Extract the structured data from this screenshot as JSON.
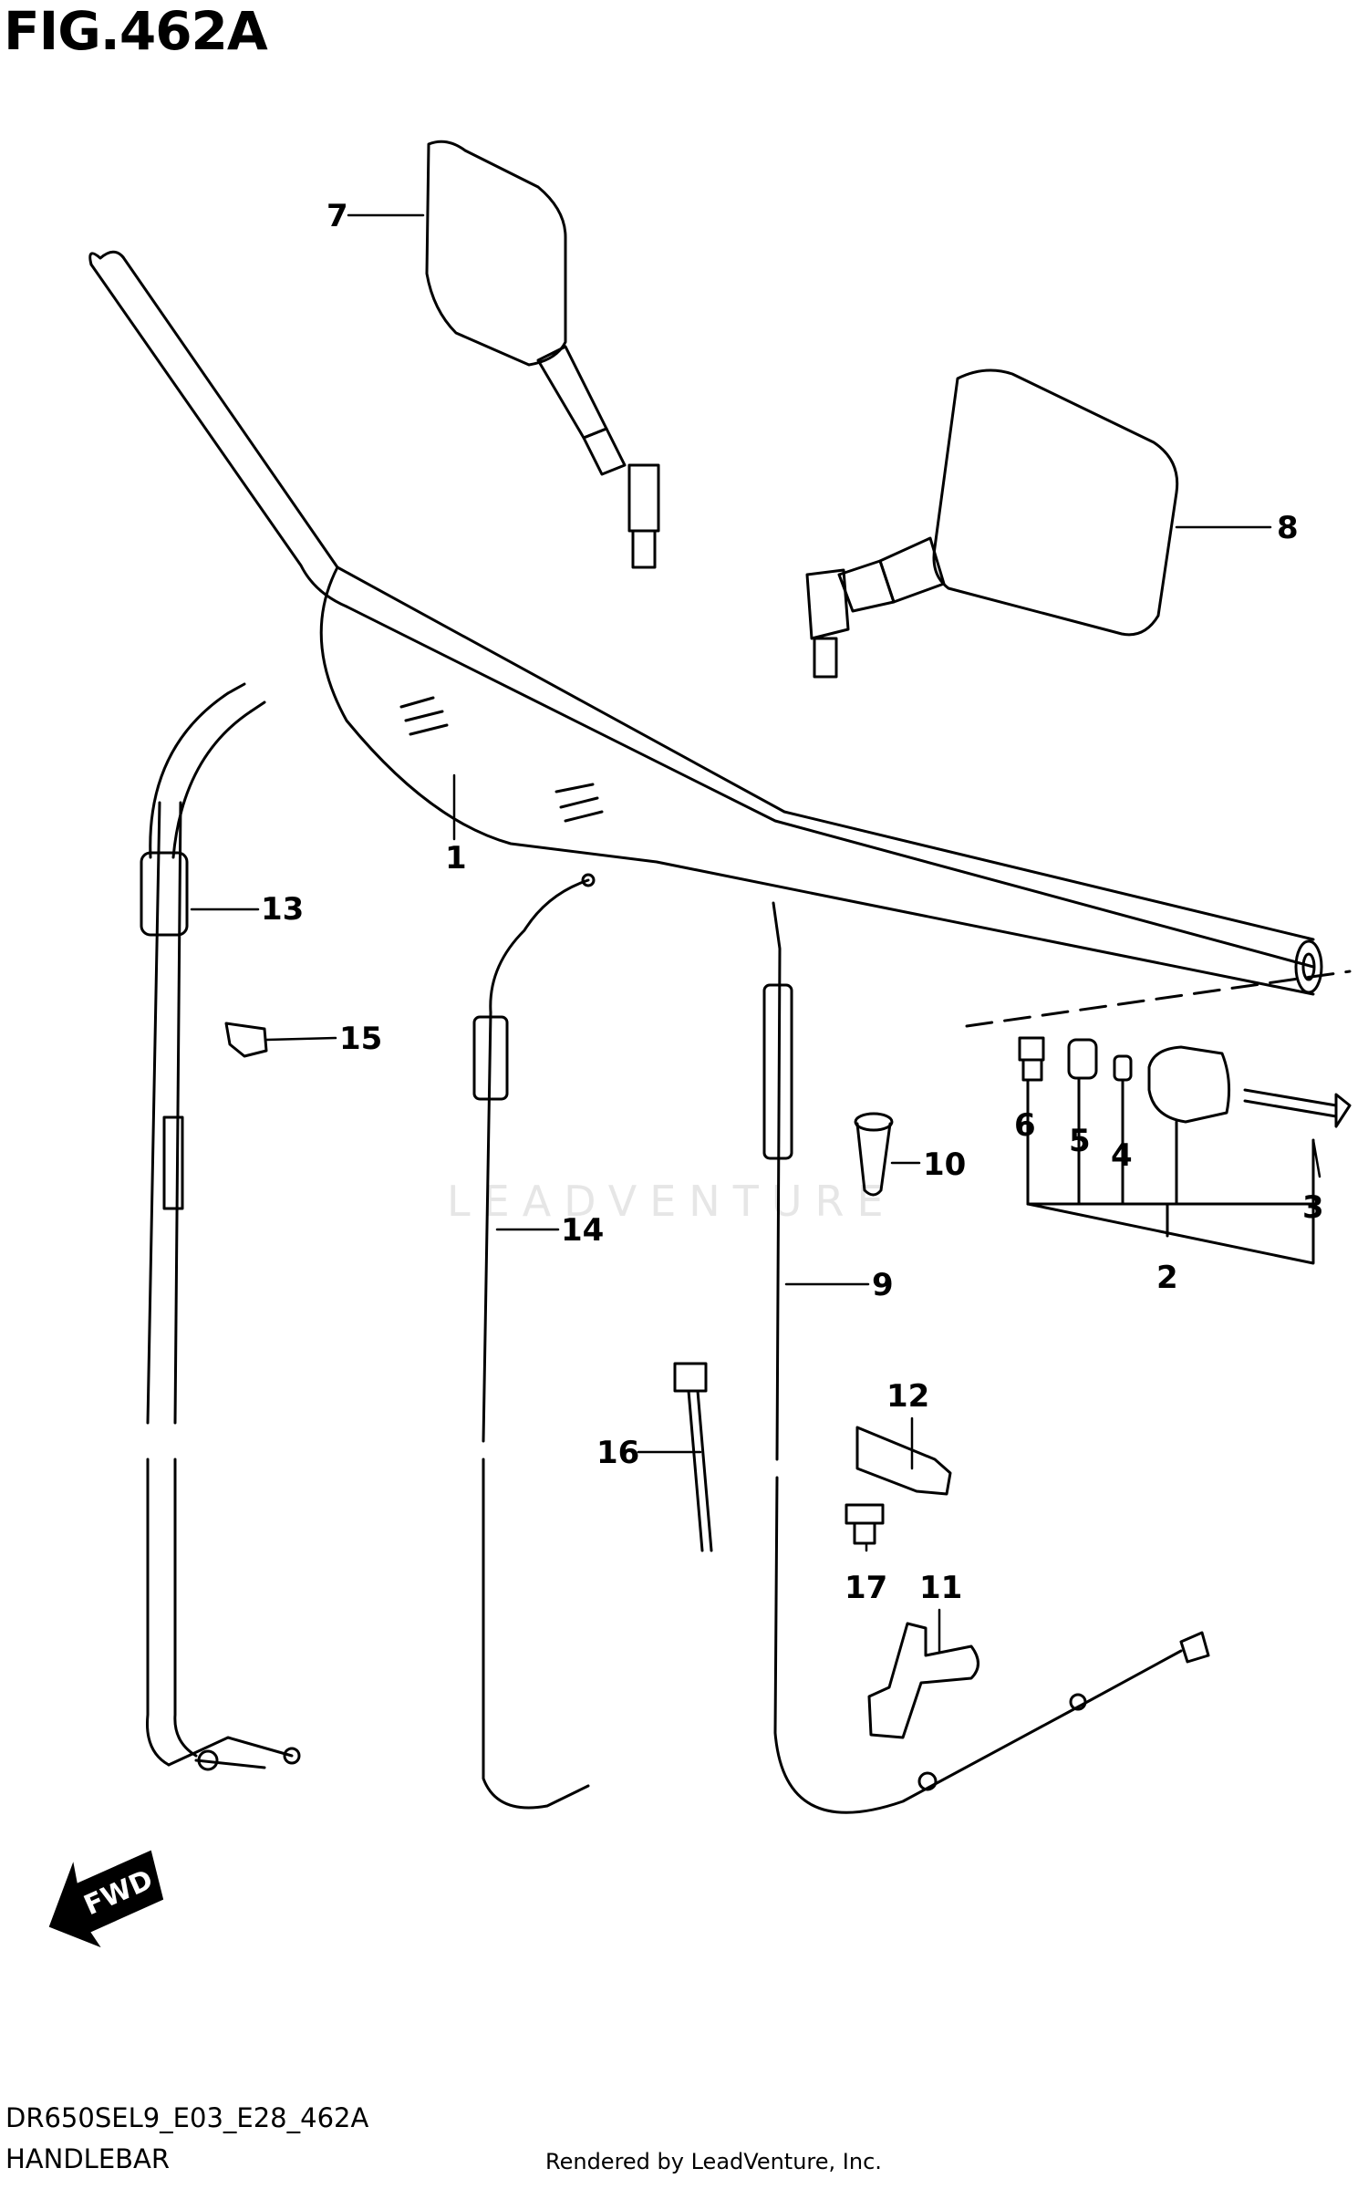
{
  "figure": {
    "title": "FIG.462A",
    "model_code": "DR650SEL9_E03_E28_462A",
    "section": "HANDLEBAR",
    "credit": "Rendered by LeadVenture, Inc.",
    "watermark": "LEADVENTURE"
  },
  "callouts": [
    "1",
    "2",
    "3",
    "4",
    "5",
    "6",
    "7",
    "8",
    "9",
    "10",
    "11",
    "12",
    "13",
    "14",
    "15",
    "16",
    "17"
  ],
  "direction_label": "FWD"
}
